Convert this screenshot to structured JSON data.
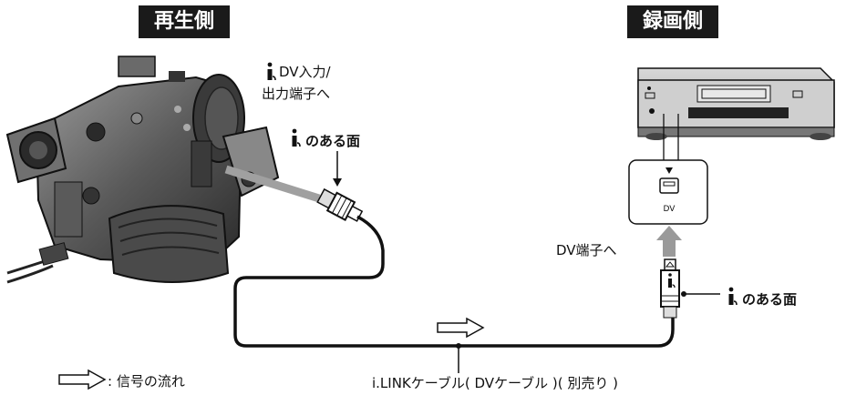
{
  "headers": {
    "playback": "再生側",
    "recording": "録画側"
  },
  "labels": {
    "dv_in_out_line1": "DV入力/",
    "dv_in_out_line2": "出力端子へ",
    "side_face_left": "のある面",
    "dv_jack": "DV端子へ",
    "side_face_right": "のある面",
    "signal_flow": ": 信号の流れ",
    "cable": "i.LINKケーブル( DVケーブル )( 別売り )",
    "dv_port": "DV"
  },
  "icons": [
    "ilink-icon",
    "camcorder-illustration",
    "vcr-illustration",
    "dv-cable-plug",
    "flow-arrow-icon"
  ]
}
